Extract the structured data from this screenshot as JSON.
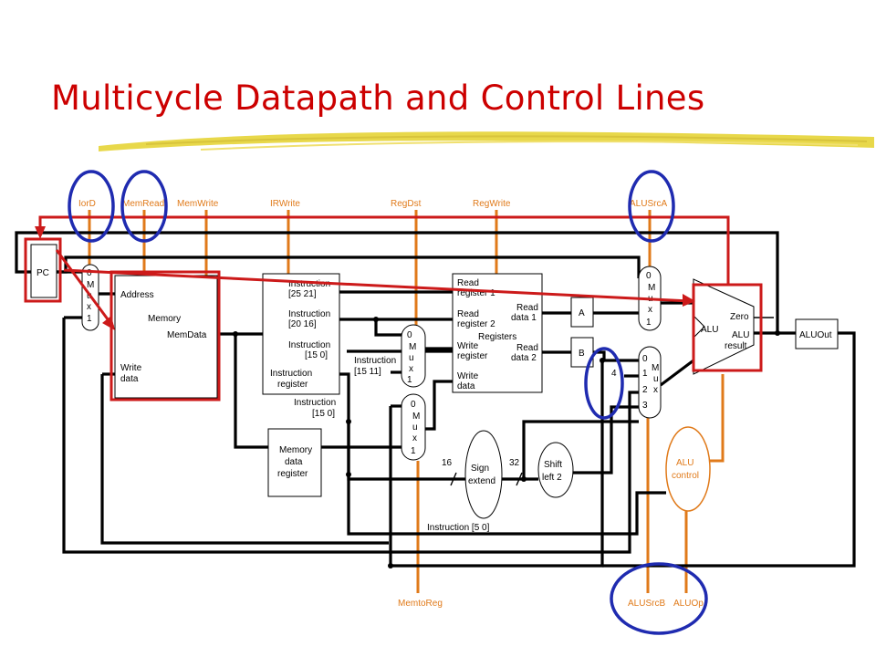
{
  "slide": {
    "title": "Multicycle Datapath and Control Lines"
  },
  "colors": {
    "title": "#cc0000",
    "control": "#e07a1a",
    "highlight_red": "#cc1a1a",
    "highlight_blue": "#1f2bb0",
    "brush": "#e8d84a"
  },
  "signals_top": {
    "iord": "IorD",
    "memread": "MemRead",
    "memwrite": "MemWrite",
    "irwrite": "IRWrite",
    "regdst": "RegDst",
    "regwrite": "RegWrite",
    "alusrca": "ALUSrcA"
  },
  "signals_bottom": {
    "memtoreg": "MemtoReg",
    "alusrcb": "ALUSrcB",
    "aluop": "ALUOp"
  },
  "pc": {
    "label": "PC"
  },
  "mux": {
    "zero": "0",
    "one": "1",
    "two": "2",
    "three": "3",
    "m": "M",
    "u": "u",
    "x": "x"
  },
  "memory": {
    "address": "Address",
    "name": "Memory",
    "memdata": "MemData",
    "write": "Write",
    "data": "data"
  },
  "ir": {
    "instr": "Instruction",
    "f1": "[25   21]",
    "f2": "[20   16]",
    "f3": "[15   0]",
    "reg1": "Instruction",
    "reg2": "register",
    "side_f": "[15   11]",
    "below_f": "[15   0]"
  },
  "mdr": {
    "l1": "Memory",
    "l2": "data",
    "l3": "register"
  },
  "registers": {
    "read_reg1_a": "Read",
    "read_reg1_b": "register 1",
    "read_reg2_a": "Read",
    "read_reg2_b": "register 2",
    "write_reg_a": "Write",
    "write_reg_b": "register",
    "write_data_a": "Write",
    "write_data_b": "data",
    "name": "Registers",
    "rd1_a": "Read",
    "rd1_b": "data 1",
    "rd2_a": "Read",
    "rd2_b": "data 2"
  },
  "regs": {
    "a": "A",
    "b": "B"
  },
  "const4": "4",
  "sign_extend": {
    "l1": "Sign",
    "l2": "extend",
    "in_bits": "16",
    "out_bits": "32"
  },
  "shift_left": {
    "l1": "Shift",
    "l2": "left 2"
  },
  "alu": {
    "label": "ALU",
    "zero": "Zero",
    "result_a": "ALU",
    "result_b": "result"
  },
  "aluout": "ALUOut",
  "alu_control": {
    "l1": "ALU",
    "l2": "control"
  },
  "funct_field": "Instruction [5   0]"
}
